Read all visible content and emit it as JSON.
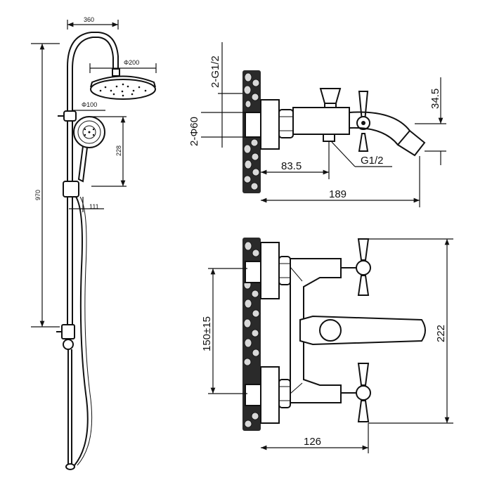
{
  "shower_set": {
    "dim_width": "360",
    "head_diameter": "Φ200",
    "hand_diameter": "Φ100",
    "dim_hand_height": "228",
    "dim_total_height": "970",
    "dim_offset": "111"
  },
  "side_view": {
    "inlet_thread": "2-G1/2",
    "inlet_diameter": "2-Φ60",
    "dim_spout_height": "34.5",
    "outlet_thread": "G1/2",
    "dim_depth_short": "83.5",
    "dim_depth_total": "189"
  },
  "front_view": {
    "dim_center_distance": "150±15",
    "dim_height": "222",
    "dim_depth": "126"
  }
}
